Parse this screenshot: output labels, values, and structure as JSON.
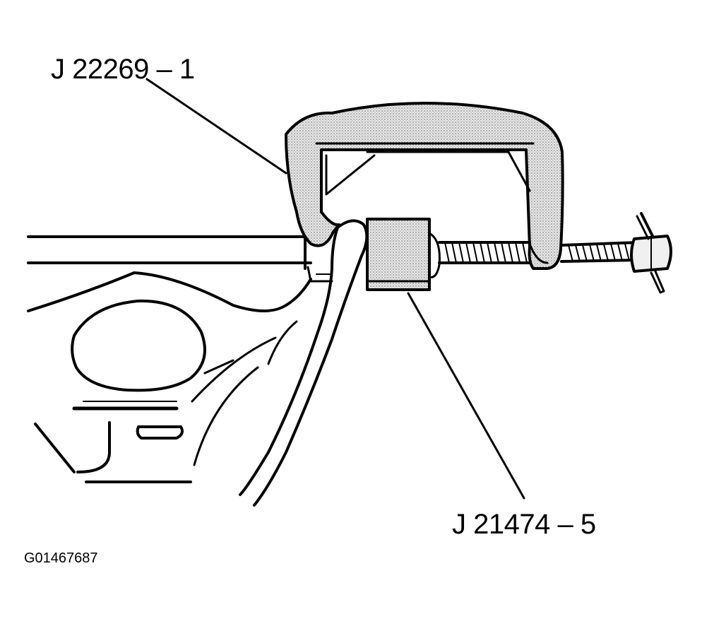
{
  "figure": {
    "callouts": {
      "clamp_tool": "J 22269 – 1",
      "receiver_tool": "J 21474 – 5"
    },
    "figure_id": "G01467687"
  },
  "colors": {
    "line": "#000000",
    "stipple": "#d4d4d4",
    "background": "#ffffff"
  }
}
